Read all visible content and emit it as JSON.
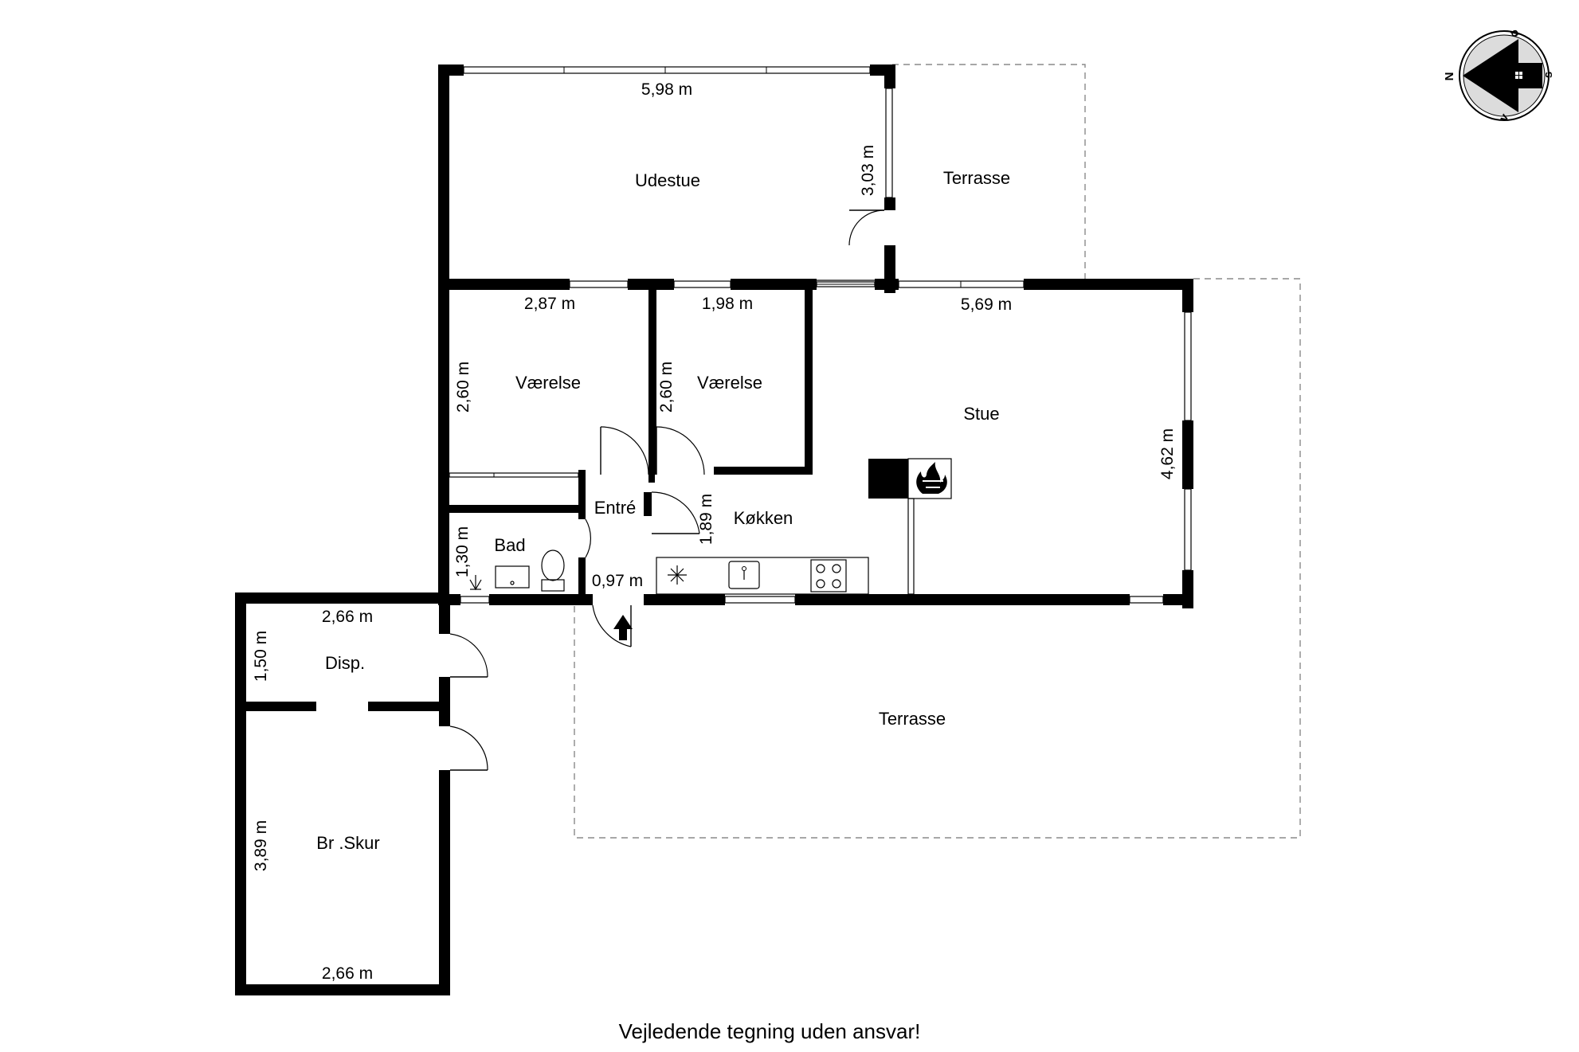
{
  "rooms": {
    "udestue": "Udestue",
    "terrasse_top": "Terrasse",
    "vaerelse_1": "Værelse",
    "vaerelse_2": "Værelse",
    "stue": "Stue",
    "entre": "Entré",
    "koekken": "Køkken",
    "bad": "Bad",
    "disp": "Disp.",
    "skur": "Br .Skur",
    "terrasse_bottom": "Terrasse"
  },
  "dimensions": {
    "udestue_width": "5,98 m",
    "udestue_depth": "3,03 m",
    "vaerelse1_width": "2,87 m",
    "vaerelse1_depth": "2,60 m",
    "vaerelse2_width": "1,98 m",
    "vaerelse2_depth": "2,60 m",
    "stue_width": "5,69 m",
    "stue_depth": "4,62 m",
    "koekken_depth": "1,89 m",
    "bad_depth": "1,30 m",
    "entre_width": "0,97 m",
    "disp_width": "2,66 m",
    "disp_depth": "1,50 m",
    "skur_depth": "3,89 m",
    "skur_width": "2,66 m"
  },
  "compass": {
    "n": "N",
    "o": "ø",
    "s": "s",
    "v": "v"
  },
  "caption": "Vejledende tegning uden ansvar!"
}
